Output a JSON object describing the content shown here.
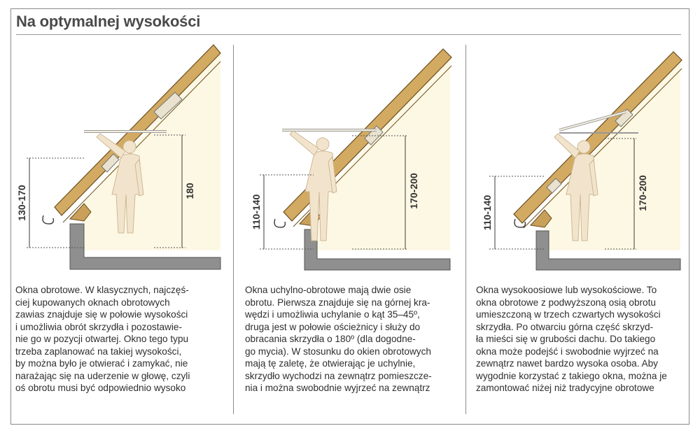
{
  "title": "Na optymalnej wysokości",
  "panels": [
    {
      "left_dim": "130-170",
      "right_dim": "180",
      "text": "Okna obrotowe. W klasycznych, najczęś-\nciej kupowanych oknach obrotowych\nzawias znajduje się w połowie wysokości\ni umożliwia obrót skrzydła i pozostawie-\nnie go w pozycji otwartej. Okno tego typu\ntrzeba zaplanować na takiej wysokości,\nby można było je otwierać i zamykać, nie\nnarażając się na uderzenie w głowę, czyli\noś obrotu musi być odpowiednio wysoko"
    },
    {
      "left_dim": "110-140",
      "right_dim": "170-200",
      "text": "Okna uchylno-obrotowe mają dwie osie\nobrotu. Pierwsza znajduje się na górnej kra-\nwędzi i umożliwia uchylanie o kąt 35–45º,\ndruga jest w połowie ościeżnicy i służy do\nobracania skrzydła o 180º (dla dogodne-\ngo mycia). W stosunku do okien obrotowych\nmają tę zaletę, że otwierając je uchylnie,\nskrzydło wychodzi na zewnątrz pomieszcze-\nnia i można swobodnie wyjrzeć na zewnątrz"
    },
    {
      "left_dim": "110-140",
      "right_dim": "170-200",
      "text": "Okna wysokoosiowe lub wysokościowe. To\nokna obrotowe z podwyższoną osią obrotu\numieszczoną w trzech czwartych wysokości\nskrzydła. Po otwarciu górna część skrzyd-\nła mieści się w grubości dachu. Do takiego\nokna może podejść i swobodnie wyjrzeć na\nzewnątrz nawet bardzo wysoka osoba. Aby\nwygodnie korzystać z takiego okna, można je\nzamontować niżej niż tradycyjne obrotowe"
    }
  ],
  "colors": {
    "title": "#4a4a4a",
    "wall": "#8f8f8f",
    "roof_wood": "#d2aa62",
    "roof_edge": "#6b4e1e",
    "interior": "#fdf8e4",
    "figure": "#f2e4cc",
    "dimension": "#3a3a3a"
  }
}
